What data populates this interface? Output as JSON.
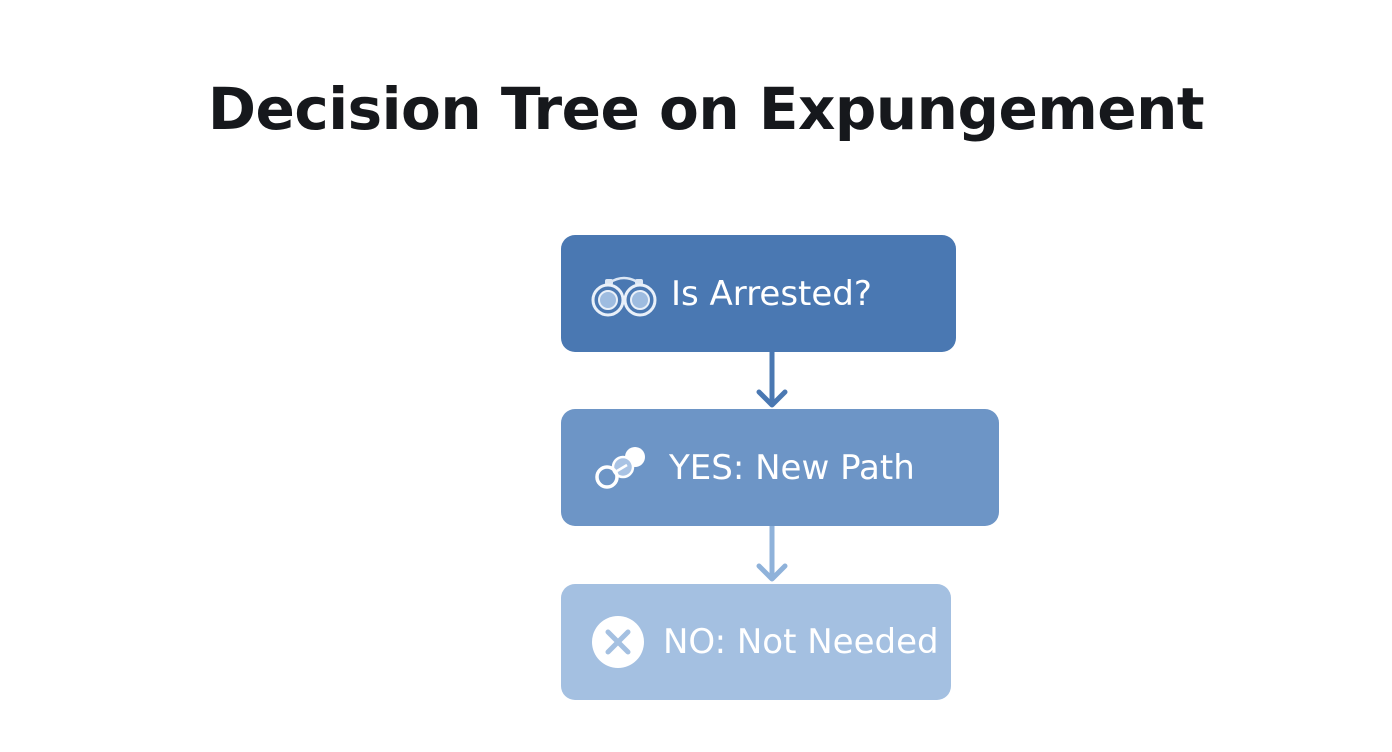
{
  "title": "Decision Tree on Expungement",
  "nodes": [
    {
      "label": "Is Arrested?",
      "icon": "handcuffs-icon",
      "color": "#4a78b2"
    },
    {
      "label": "YES: New Path",
      "icon": "path-nodes-icon",
      "color": "#6d95c6"
    },
    {
      "label": "NO: Not Needed",
      "icon": "close-circle-icon",
      "color": "#a4c0e1"
    }
  ],
  "edges": [
    {
      "from": "Is Arrested?",
      "to": "YES: New Path",
      "color": "#4a78b2"
    },
    {
      "from": "YES: New Path",
      "to": "NO: Not Needed",
      "color": "#8fb2da"
    }
  ]
}
